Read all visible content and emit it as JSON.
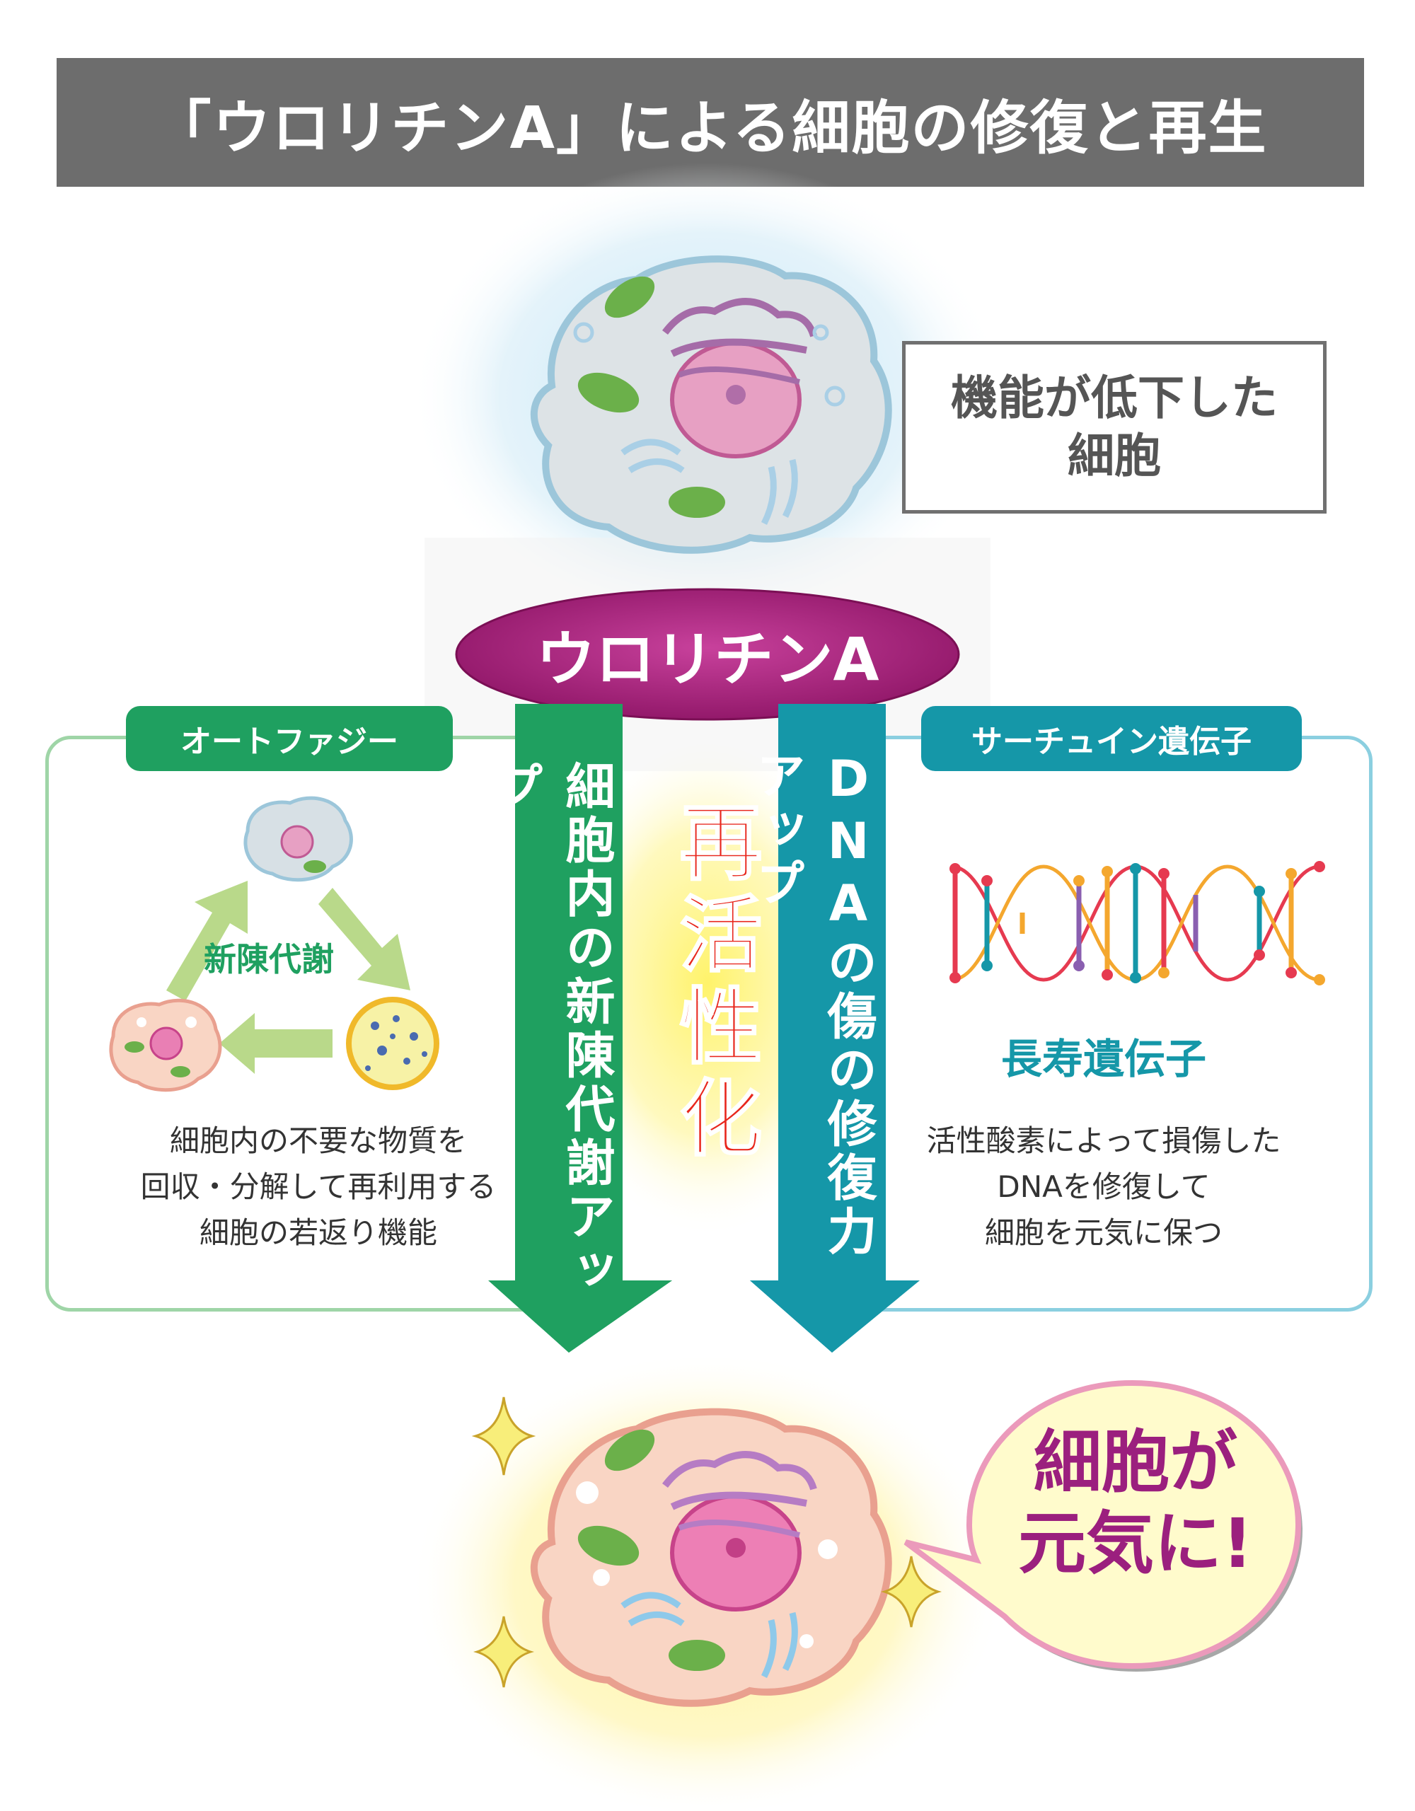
{
  "title": "「ウロリチンA」による細胞の修復と再生",
  "declined_cell_box": {
    "line1": "機能が低下した",
    "line2": "細胞"
  },
  "center_oval": "ウロリチンA",
  "left_panel": {
    "tab": "オートファジー",
    "cycle_label": "新陳代謝",
    "description": [
      "細胞内の不要な物質を",
      "回収・分解して再利用する",
      "細胞の若返り機能"
    ]
  },
  "right_panel": {
    "tab": "サーチュイン遺伝子",
    "dna_label": "長寿遺伝子",
    "description": [
      "活性酸素によって損傷した",
      "DNAを修復して",
      "細胞を元気に保つ"
    ]
  },
  "left_arrow_text": "細胞内の新陳代謝アップ",
  "right_arrow_text": "DNAの傷の修復力アップ",
  "center_text": "再活性化",
  "bubble": {
    "line1": "細胞が",
    "line2": "元気に!"
  },
  "colors": {
    "title_bg": "#6d6d6d",
    "green": "#1fa060",
    "teal": "#1597a8",
    "magenta": "#b62d8a",
    "red": "#e8261c",
    "bubble_text": "#9b1f7e"
  }
}
